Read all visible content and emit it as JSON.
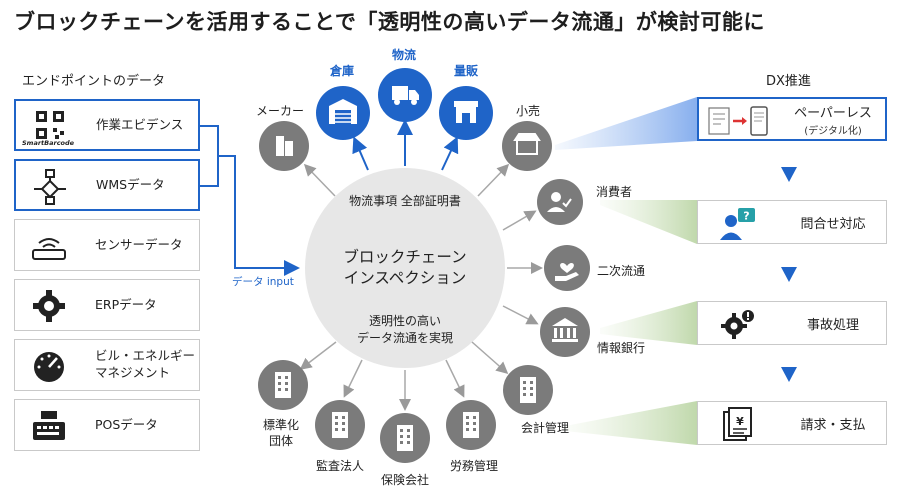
{
  "title": "ブロックチェーンを活用することで「透明性の高いデータ流通」が検討可能に",
  "left_panel": {
    "heading": "エンドポイントのデータ",
    "items": [
      {
        "label": "作業エビデンス",
        "icon": "qr-code-icon",
        "caption": "SmartBarcode",
        "active": true
      },
      {
        "label": "WMSデータ",
        "icon": "flow-network-icon",
        "active": true
      },
      {
        "label": "センサーデータ",
        "icon": "sensor-icon",
        "active": false
      },
      {
        "label": "ERPデータ",
        "icon": "gear-icon",
        "active": false
      },
      {
        "label": "ビル・エネルギー\nマネジメント",
        "icon": "gauge-icon",
        "active": false
      },
      {
        "label": "POSデータ",
        "icon": "cash-register-icon",
        "active": false
      }
    ],
    "input_label": "データ input"
  },
  "center": {
    "top": "物流事項 全部証明書",
    "main_line1": "ブロックチェーン",
    "main_line2": "インスペクション",
    "bottom_line1": "透明性の高い",
    "bottom_line2": "データ流通を実現"
  },
  "nodes": [
    {
      "label": "メーカー",
      "icon": "building-icon",
      "highlight": false
    },
    {
      "label": "倉庫",
      "icon": "warehouse-icon",
      "highlight": true
    },
    {
      "label": "物流",
      "icon": "truck-icon",
      "highlight": true
    },
    {
      "label": "量販",
      "icon": "store-icon",
      "highlight": true
    },
    {
      "label": "小売",
      "icon": "store-icon",
      "highlight": false
    },
    {
      "label": "消費者",
      "icon": "consumer-icon",
      "highlight": false
    },
    {
      "label": "二次流通",
      "icon": "hand-heart-icon",
      "highlight": false
    },
    {
      "label": "情報銀行",
      "icon": "bank-icon",
      "highlight": false
    },
    {
      "label": "会計管理",
      "icon": "building-icon",
      "highlight": false
    },
    {
      "label": "労務管理",
      "icon": "building-icon",
      "highlight": false
    },
    {
      "label": "保険会社",
      "icon": "building-icon",
      "highlight": false
    },
    {
      "label": "監査法人",
      "icon": "building-icon",
      "highlight": false
    },
    {
      "label": "標準化\n団体",
      "icon": "building-icon",
      "highlight": false
    }
  ],
  "right_panel": {
    "heading": "DX推進",
    "items": [
      {
        "label": "ペーパーレス",
        "sub": "(デジタル化)",
        "icon": "paper-to-phone-icon",
        "active": true
      },
      {
        "label": "問合せ対応",
        "sub": "",
        "icon": "support-person-icon",
        "active": false
      },
      {
        "label": "事故処理",
        "sub": "",
        "icon": "gear-alert-icon",
        "active": false
      },
      {
        "label": "請求・支払",
        "sub": "",
        "icon": "invoice-icon",
        "active": false
      }
    ]
  },
  "colors": {
    "accent_blue": "#1f64c8",
    "node_gray": "#7b7b7b",
    "center_circle": "#e7e7e7",
    "beam_blue": "#9bbdf0",
    "beam_green": "#c6dcb4"
  }
}
